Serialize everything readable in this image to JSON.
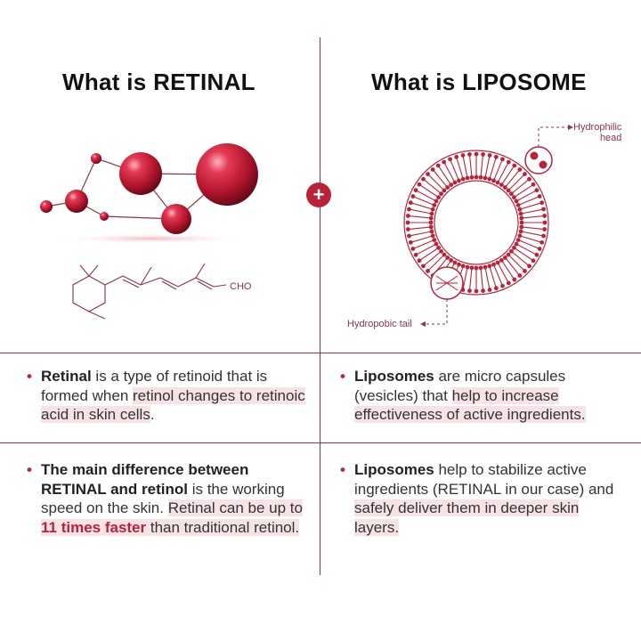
{
  "titles": {
    "left": "What is RETINAL",
    "right": "What is LIPOSOME"
  },
  "plus_symbol": "+",
  "molecule_label": "CHO",
  "liposome_labels": {
    "head_line1": "Hydrophilic",
    "head_line2": "head",
    "tail": "Hydropobic tail"
  },
  "cells": {
    "left_top": {
      "bullet": "•",
      "bold": "Retinal",
      "text1": " is a type of retinoid that is formed when ",
      "highlight": "retinol changes to retinoic acid in skin cells",
      "text2": "."
    },
    "right_top": {
      "bullet": "•",
      "bold": "Liposomes",
      "text1": " are micro capsules (vesicles) that ",
      "highlight": "help to increase effectiveness of active ingredients."
    },
    "left_bottom": {
      "bullet": "•",
      "bold": "The main difference between RETINAL and retinol",
      "text1": " is the working speed  on the skin. ",
      "highlight1": "Retinal can be up to ",
      "red": "11 times faster",
      "highlight2": " than traditional retinol."
    },
    "right_bottom": {
      "bullet": "•",
      "bold": "Liposomes",
      "text1": " help to stabilize active ingredients (RETINAL in our case) and ",
      "highlight": "safely deliver them in deeper skin layers."
    }
  },
  "colors": {
    "accent": "#b8233a",
    "line": "#8d3544",
    "highlight": "#f7e3e6"
  }
}
